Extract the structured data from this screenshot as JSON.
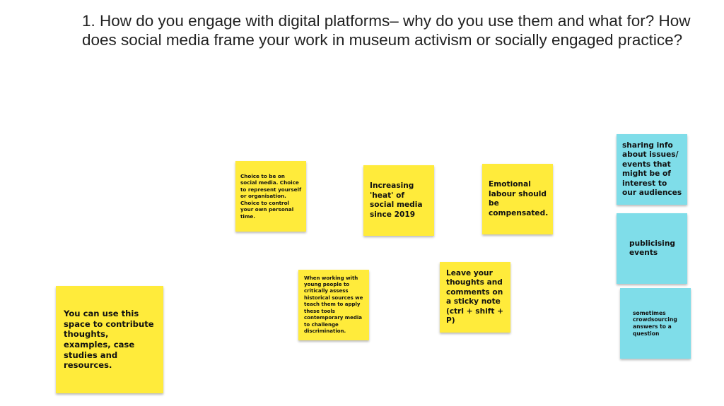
{
  "question": "1. How do you engage with digital platforms– why do you use them and what for? How does social media frame your work in museum activism or socially engaged practice?",
  "colors": {
    "yellow_note": "#ffeb3b",
    "blue_note": "#7fdde9"
  },
  "notes": {
    "choice": "Choice to be on social media. Choice to represent yourself or organisation. Choice to control your own personal time.",
    "heat": "Increasing 'heat' of social media since 2019",
    "emotional": "Emotional labour should be compensated.",
    "young_people": "When working with young people to critically assess historical sources we teach them to apply these tools contemporary media to challenge discrimination.",
    "leave_thoughts": "Leave your thoughts and comments on a sticky note (ctrl + shift + P)",
    "use_space": "You can use this space to contribute thoughts, examples, case studies and resources.",
    "sharing": "sharing info about issues/ events that might be of interest to our audiences",
    "publicising": "publicising events",
    "crowdsourcing": "sometimes crowdsourcing answers to a question"
  }
}
